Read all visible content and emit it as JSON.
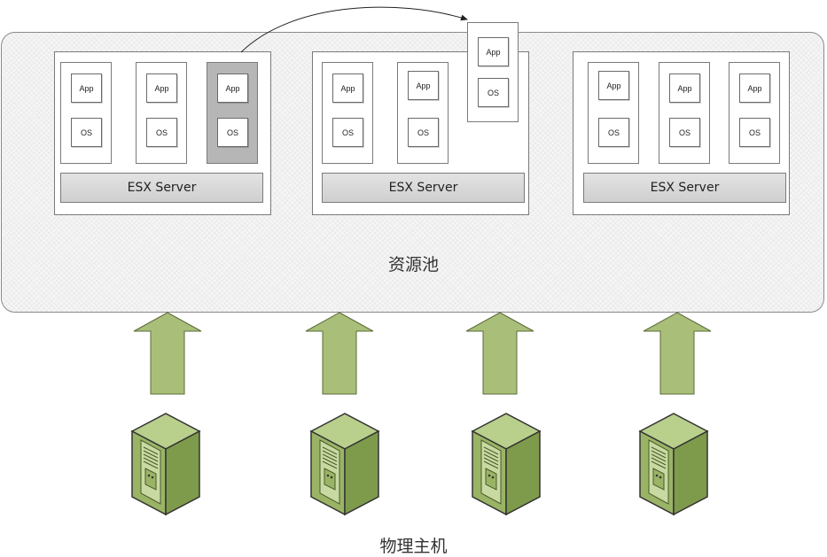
{
  "resource_pool": {
    "label": "资源池",
    "hosts": [
      {
        "server_label": "ESX Server",
        "vms": [
          {
            "app": "App",
            "os": "OS",
            "state": "normal"
          },
          {
            "app": "App",
            "os": "OS",
            "state": "normal"
          },
          {
            "app": "App",
            "os": "OS",
            "state": "migrating-source"
          }
        ]
      },
      {
        "server_label": "ESX Server",
        "vms": [
          {
            "app": "App",
            "os": "OS",
            "state": "normal"
          },
          {
            "app": "App",
            "os": "OS",
            "state": "normal"
          }
        ]
      },
      {
        "server_label": "ESX Server",
        "vms": [
          {
            "app": "App",
            "os": "OS",
            "state": "normal"
          },
          {
            "app": "App",
            "os": "OS",
            "state": "normal"
          },
          {
            "app": "App",
            "os": "OS",
            "state": "normal"
          }
        ]
      }
    ],
    "migrating_vm": {
      "app": "App",
      "os": "OS"
    }
  },
  "physical_hosts": {
    "label": "物理主机",
    "count": 4
  },
  "colors": {
    "arrow_fill": "#a9bf79",
    "server_green": "#8fab5a",
    "server_dark": "#5f7a34",
    "vm_source_gray": "#b6b6b6"
  }
}
